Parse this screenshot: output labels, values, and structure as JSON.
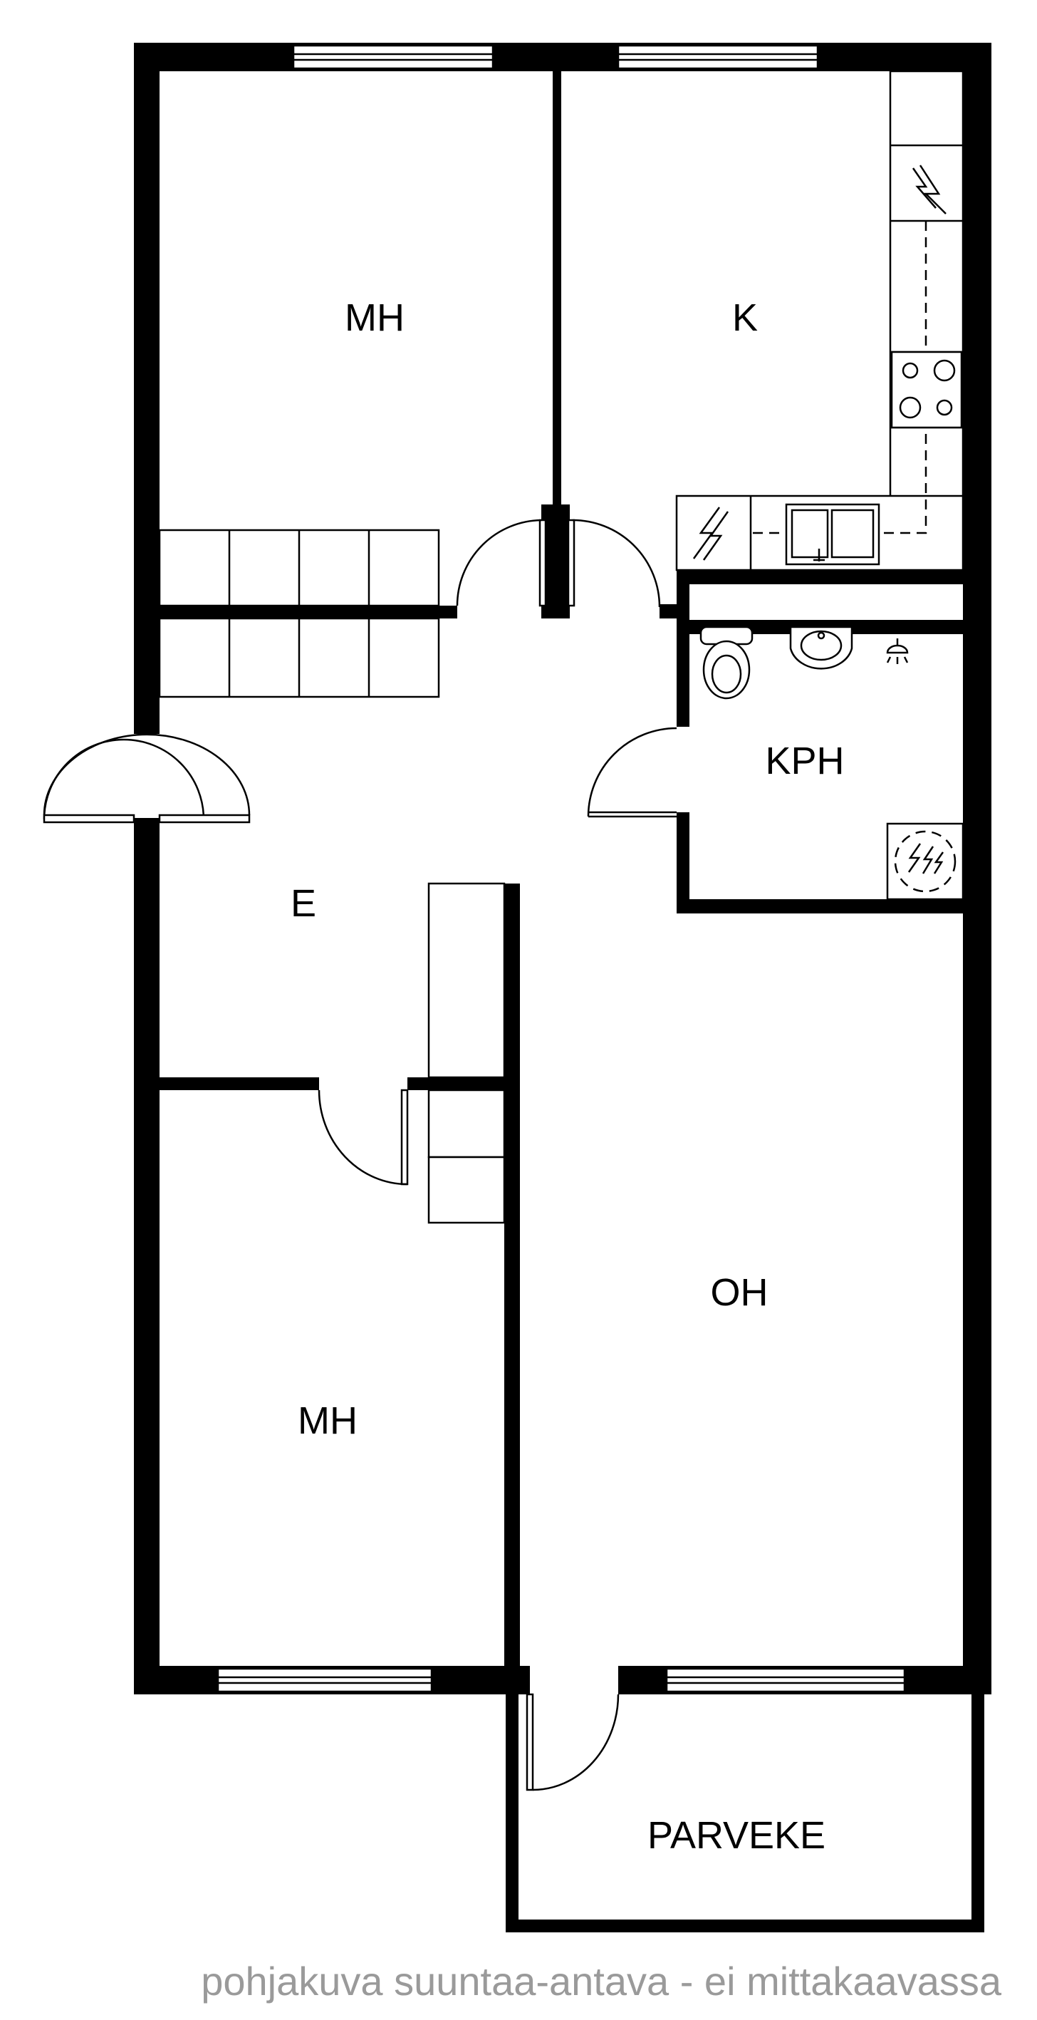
{
  "rooms": {
    "bedroom_top": "MH",
    "kitchen": "K",
    "bathroom": "KPH",
    "hall": "E",
    "living_room": "OH",
    "bedroom_bottom": "MH",
    "balcony": "PARVEKE"
  },
  "caption": "pohjakuva suuntaa-antava - ei mittakaavassa",
  "colors": {
    "wall": "#000000",
    "caption": "#9a9a9a",
    "background": "#ffffff"
  }
}
